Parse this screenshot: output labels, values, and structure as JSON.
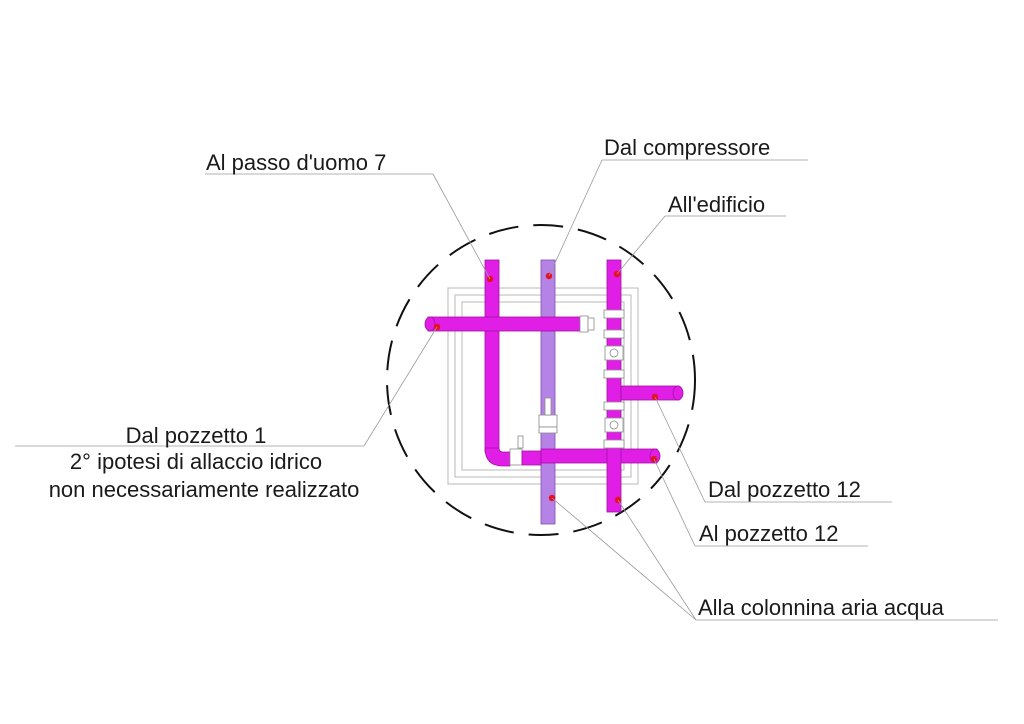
{
  "labels": {
    "passo_uomo": "Al passo d'uomo 7",
    "compressore": "Dal compressore",
    "edificio": "All'edificio",
    "pozzetto1_line1": "Dal pozzetto 1",
    "pozzetto1_line2": "2° ipotesi di allaccio idrico",
    "pozzetto1_line3": "non necessariamente realizzato",
    "dal_pozzetto12": "Dal pozzetto 12",
    "al_pozzetto12": "Al pozzetto 12",
    "colonnina": "Alla colonnina aria acqua"
  },
  "colors": {
    "pipe_magenta": "#e11ee6",
    "pipe_violet": "#b583e6",
    "marker_red": "#e8101f",
    "leader_gray": "#9a9a9a"
  }
}
